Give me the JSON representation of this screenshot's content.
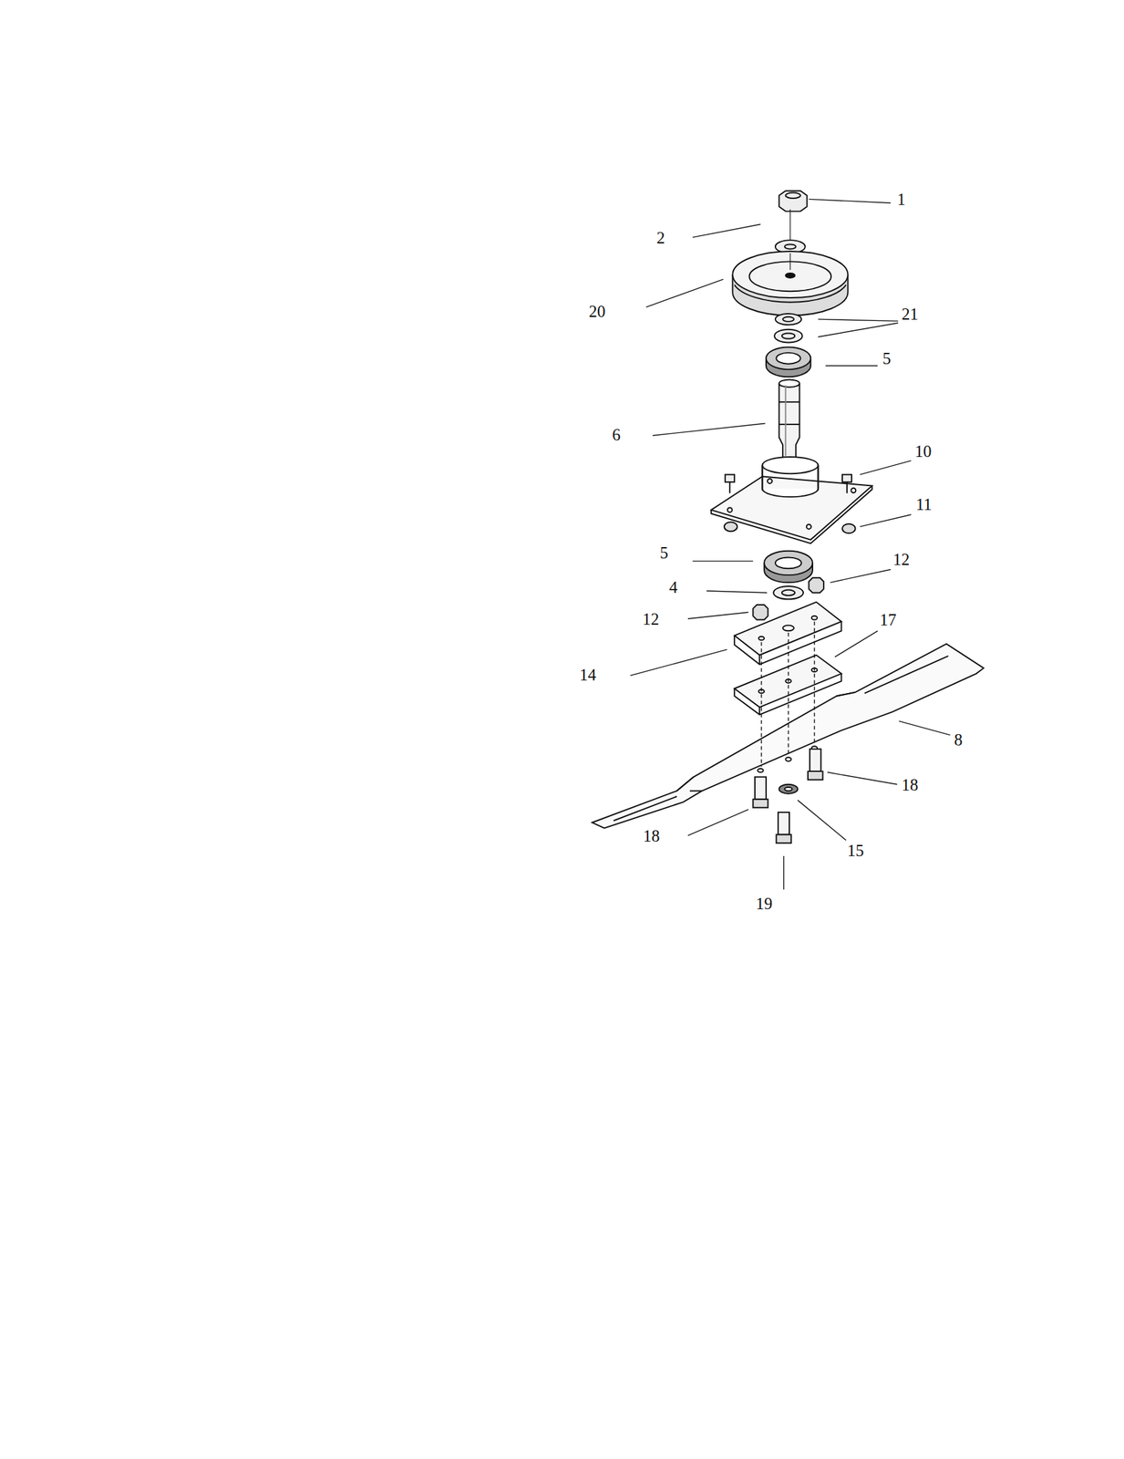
{
  "diagram": {
    "labels": [
      "1",
      "2",
      "20",
      "21",
      "5",
      "6",
      "10",
      "11",
      "5",
      "12",
      "4",
      "12",
      "17",
      "14",
      "8",
      "18",
      "18",
      "15",
      "19"
    ]
  }
}
